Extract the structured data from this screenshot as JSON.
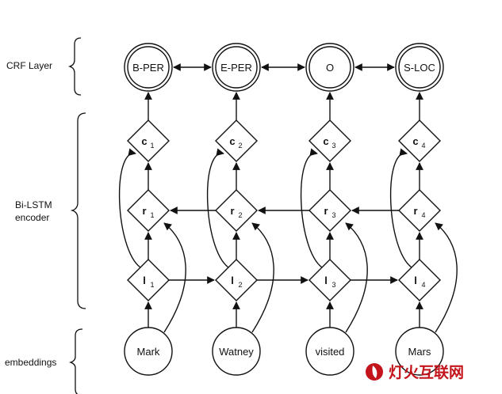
{
  "layers": {
    "crf": "CRF Layer",
    "encoder_line1": "Bi-LSTM",
    "encoder_line2": "encoder",
    "embeddings": "embeddings"
  },
  "crf_tags": [
    "B-PER",
    "E-PER",
    "O",
    "S-LOC"
  ],
  "words": [
    "Mark",
    "Watney",
    "visited",
    "Mars"
  ],
  "c_nodes": [
    {
      "main": "c",
      "sub": "1"
    },
    {
      "main": "c",
      "sub": "2"
    },
    {
      "main": "c",
      "sub": "3"
    },
    {
      "main": "c",
      "sub": "4"
    }
  ],
  "r_nodes": [
    {
      "main": "r",
      "sub": "1"
    },
    {
      "main": "r",
      "sub": "2"
    },
    {
      "main": "r",
      "sub": "3"
    },
    {
      "main": "r",
      "sub": "4"
    }
  ],
  "l_nodes": [
    {
      "main": "l",
      "sub": "1"
    },
    {
      "main": "l",
      "sub": "2"
    },
    {
      "main": "l",
      "sub": "3"
    },
    {
      "main": "l",
      "sub": "4"
    }
  ],
  "watermark": "灯火互联网",
  "colors": {
    "stroke": "#111111",
    "watermark": "#c4141b"
  }
}
